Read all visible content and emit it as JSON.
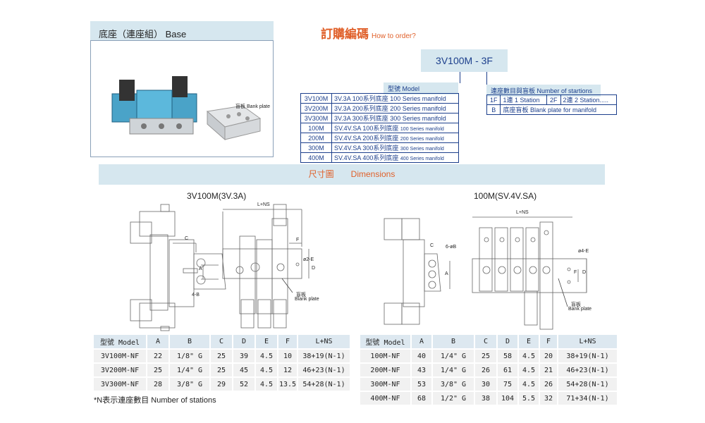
{
  "base": {
    "title": "底座（連座組） Base",
    "blank_plate_label": "盲板 Bank plate"
  },
  "order": {
    "title": "訂購編碼",
    "subtitle": "How to order?",
    "code": "3V100M - 3F",
    "model_label": "型號 Model",
    "models": [
      {
        "code": "3V100M",
        "desc": "3V.3A 100系列底座 100 Series manifold"
      },
      {
        "code": "3V200M",
        "desc": "3V.3A 200系列底座 200 Series manifold"
      },
      {
        "code": "3V300M",
        "desc": "3V.3A 300系列底座 300 Series manifold"
      },
      {
        "code": "100M",
        "desc": "SV.4V.SA 100系列底座",
        "desc2": "100 Series manifold"
      },
      {
        "code": "200M",
        "desc": "SV.4V.SA 200系列底座",
        "desc2": "200 Series manifold"
      },
      {
        "code": "300M",
        "desc": "SV.4V.SA 300系列底座",
        "desc2": "300 Series manifold"
      },
      {
        "code": "400M",
        "desc": "SV.4V.SA 400系列底座",
        "desc2": "400 Series manifold"
      }
    ],
    "stations_label": "連座數目與盲板 Number of startions",
    "stations": [
      {
        "code": "1F",
        "desc": "1連 1 Station",
        "code2": "2F",
        "desc2": "2連 2 Station....."
      },
      {
        "code": "B",
        "desc": "底座盲板 Blank plate for manifold"
      }
    ]
  },
  "dimensions": {
    "title_cn": "尺寸圖",
    "title_en": "Dimensions",
    "left_title": "3V100M(3V.3A)",
    "right_title": "100M(SV.4V.SA)",
    "left_labels": {
      "lns": "L+NS",
      "c": "C",
      "f": "F",
      "a": "A",
      "d": "D",
      "b": "4-B",
      "e": "ø2-E",
      "blank_cn": "盲板",
      "blank_en": "Blank plate"
    },
    "right_labels": {
      "lns": "L+NS",
      "c": "C",
      "b": "6-øB",
      "a": "A",
      "e": "ø4-E",
      "f": "F",
      "d": "D",
      "blank_cn": "盲板",
      "blank_en": "Bank plate"
    }
  },
  "table_left": {
    "headers": [
      "型號 Model",
      "A",
      "B",
      "C",
      "D",
      "E",
      "F",
      "L+NS"
    ],
    "rows": [
      [
        "3V100M-NF",
        "22",
        "1/8\" G",
        "25",
        "39",
        "4.5",
        "10",
        "38+19(N-1)"
      ],
      [
        "3V200M-NF",
        "25",
        "1/4\" G",
        "25",
        "45",
        "4.5",
        "12",
        "46+23(N-1)"
      ],
      [
        "3V300M-NF",
        "28",
        "3/8\" G",
        "29",
        "52",
        "4.5",
        "13.5",
        "54+28(N-1)"
      ]
    ]
  },
  "table_right": {
    "headers": [
      "型號 Model",
      "A",
      "B",
      "C",
      "D",
      "E",
      "F",
      "L+NS"
    ],
    "rows": [
      [
        "100M-NF",
        "40",
        "1/4\" G",
        "25",
        "58",
        "4.5",
        "20",
        "38+19(N-1)"
      ],
      [
        "200M-NF",
        "43",
        "1/4\" G",
        "26",
        "61",
        "4.5",
        "21",
        "46+23(N-1)"
      ],
      [
        "300M-NF",
        "53",
        "3/8\" G",
        "30",
        "75",
        "4.5",
        "26",
        "54+28(N-1)"
      ],
      [
        "400M-NF",
        "68",
        "1/2\" G",
        "38",
        "104",
        "5.5",
        "32",
        "71+34(N-1)"
      ]
    ]
  },
  "footnote": "*N表示連座數目 Number of stations"
}
